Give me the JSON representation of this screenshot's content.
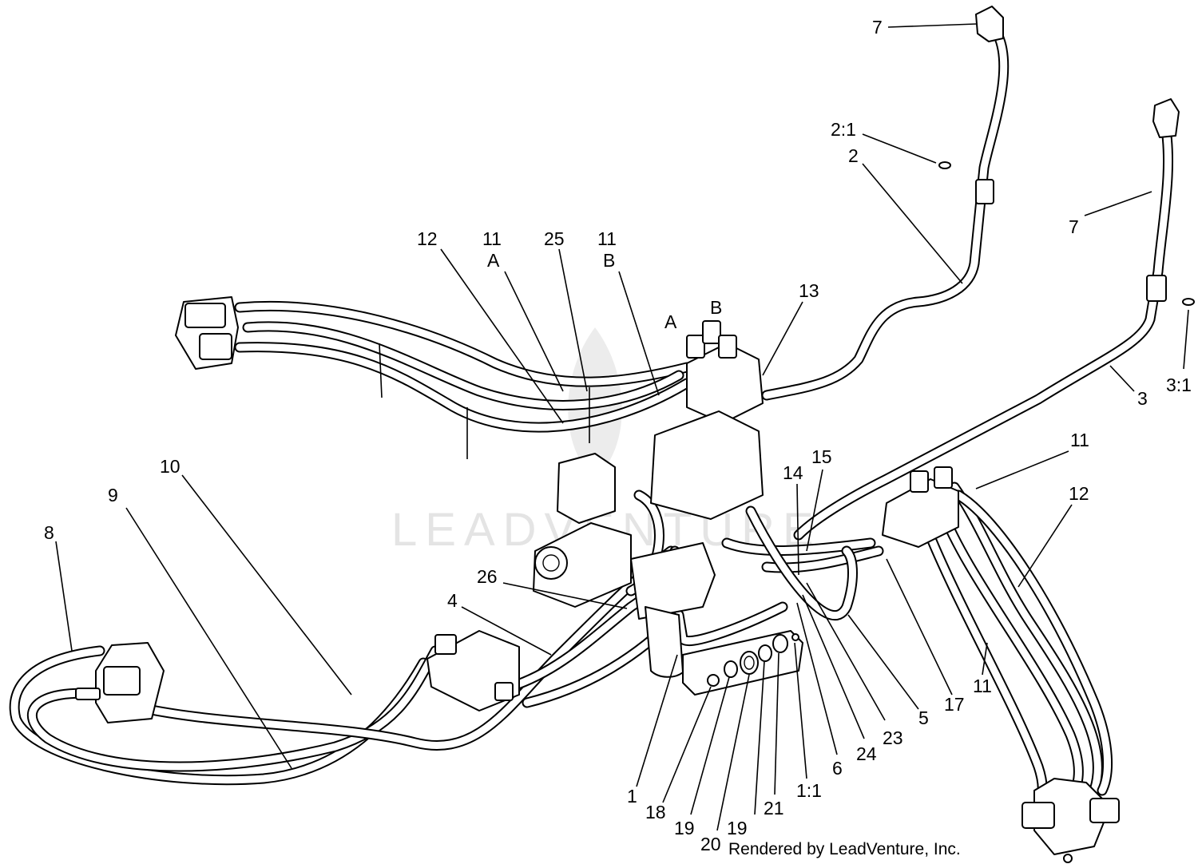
{
  "watermark": "LEADVENTURE",
  "credit": "Rendered by LeadVenture, Inc.",
  "callouts": [
    {
      "id": "c7a",
      "text": "7"
    },
    {
      "id": "c21",
      "text": "2:1"
    },
    {
      "id": "c2",
      "text": "2"
    },
    {
      "id": "c7b",
      "text": "7"
    },
    {
      "id": "c3",
      "text": "3"
    },
    {
      "id": "c31",
      "text": "3:1"
    },
    {
      "id": "c12a",
      "text": "12"
    },
    {
      "id": "c11a",
      "text": "11"
    },
    {
      "id": "cA1",
      "text": "A"
    },
    {
      "id": "c25",
      "text": "25"
    },
    {
      "id": "c11b",
      "text": "11"
    },
    {
      "id": "cB1",
      "text": "B"
    },
    {
      "id": "cA2",
      "text": "A"
    },
    {
      "id": "cB2",
      "text": "B"
    },
    {
      "id": "c13",
      "text": "13"
    },
    {
      "id": "c15",
      "text": "15"
    },
    {
      "id": "c14",
      "text": "14"
    },
    {
      "id": "c11c",
      "text": "11"
    },
    {
      "id": "c12b",
      "text": "12"
    },
    {
      "id": "c10",
      "text": "10"
    },
    {
      "id": "c9",
      "text": "9"
    },
    {
      "id": "c8",
      "text": "8"
    },
    {
      "id": "c26",
      "text": "26"
    },
    {
      "id": "c4",
      "text": "4"
    },
    {
      "id": "c5",
      "text": "5"
    },
    {
      "id": "c17",
      "text": "17"
    },
    {
      "id": "c11d",
      "text": "11"
    },
    {
      "id": "c23",
      "text": "23"
    },
    {
      "id": "c24",
      "text": "24"
    },
    {
      "id": "c6",
      "text": "6"
    },
    {
      "id": "c11_1",
      "text": "1:1"
    },
    {
      "id": "c21b",
      "text": "21"
    },
    {
      "id": "c19a",
      "text": "19"
    },
    {
      "id": "c20",
      "text": "20"
    },
    {
      "id": "c19b",
      "text": "19"
    },
    {
      "id": "c18",
      "text": "18"
    },
    {
      "id": "c1",
      "text": "1"
    }
  ]
}
